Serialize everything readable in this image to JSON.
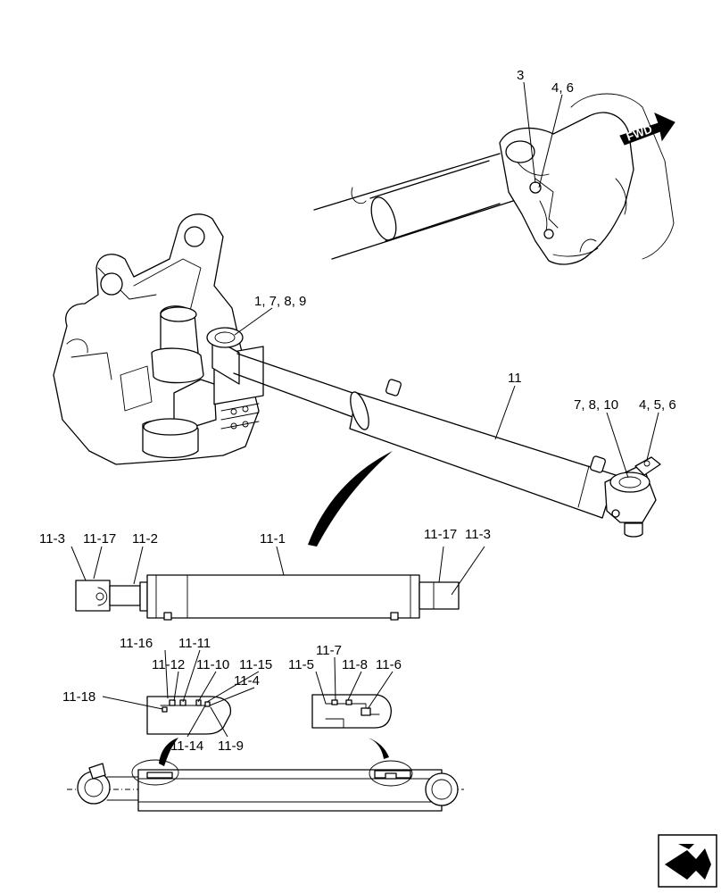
{
  "callouts": {
    "c3": "3",
    "c46_top": "4, 6",
    "c1789": "1, 7, 8, 9",
    "c11": "11",
    "c7810": "7, 8, 10",
    "c456": "4, 5, 6",
    "c11_3_left": "11-3",
    "c11_17_left": "11-17",
    "c11_2": "11-2",
    "c11_1": "11-1",
    "c11_17_right": "11-17",
    "c11_3_right": "11-3",
    "c11_16": "11-16",
    "c11_11": "11-11",
    "c11_12": "11-12",
    "c11_10": "11-10",
    "c11_15": "11-15",
    "c11_4": "11-4",
    "c11_18": "11-18",
    "c11_14": "11-14",
    "c11_9": "11-9",
    "c11_7": "11-7",
    "c11_5": "11-5",
    "c11_8": "11-8",
    "c11_6": "11-6"
  },
  "fwd_label": "FWD",
  "icons": {
    "nav_icon": "arrow-navigation-icon"
  }
}
